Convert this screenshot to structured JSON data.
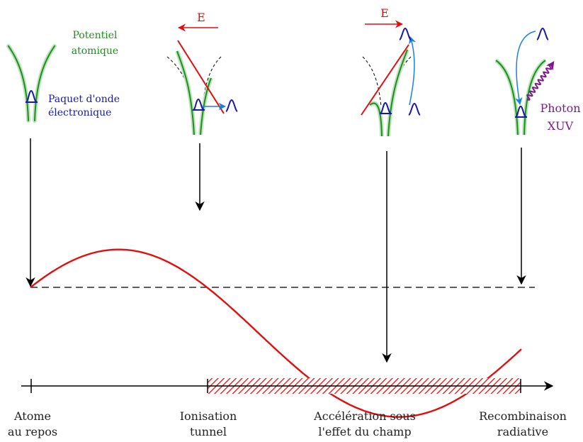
{
  "panel1": {
    "potential_label_line1": "Potentiel",
    "potential_label_line2": "atomique",
    "wavepacket_label_line1": "Paquet d'onde",
    "wavepacket_label_line2": "électronique"
  },
  "panel2": {
    "field_label": "E"
  },
  "panel3": {
    "field_label": "E"
  },
  "panel4": {
    "photon_label_line1": "Photon",
    "photon_label_line2": "XUV"
  },
  "timeline": {
    "steps": [
      {
        "line1": "Atome",
        "line2": "au repos"
      },
      {
        "line1": "Ionisation",
        "line2": "tunnel"
      },
      {
        "line1": "Accélération sous",
        "line2": "l'effet du champ"
      },
      {
        "line1": "Recombinaison",
        "line2": "radiative"
      }
    ]
  },
  "colors": {
    "potential": "#1e8f1e",
    "wavepacket": "#1a1aa8",
    "field": "#e01010",
    "trajectory": "#1a7fe0",
    "photon": "#7d1b8a",
    "axis": "#000000"
  }
}
